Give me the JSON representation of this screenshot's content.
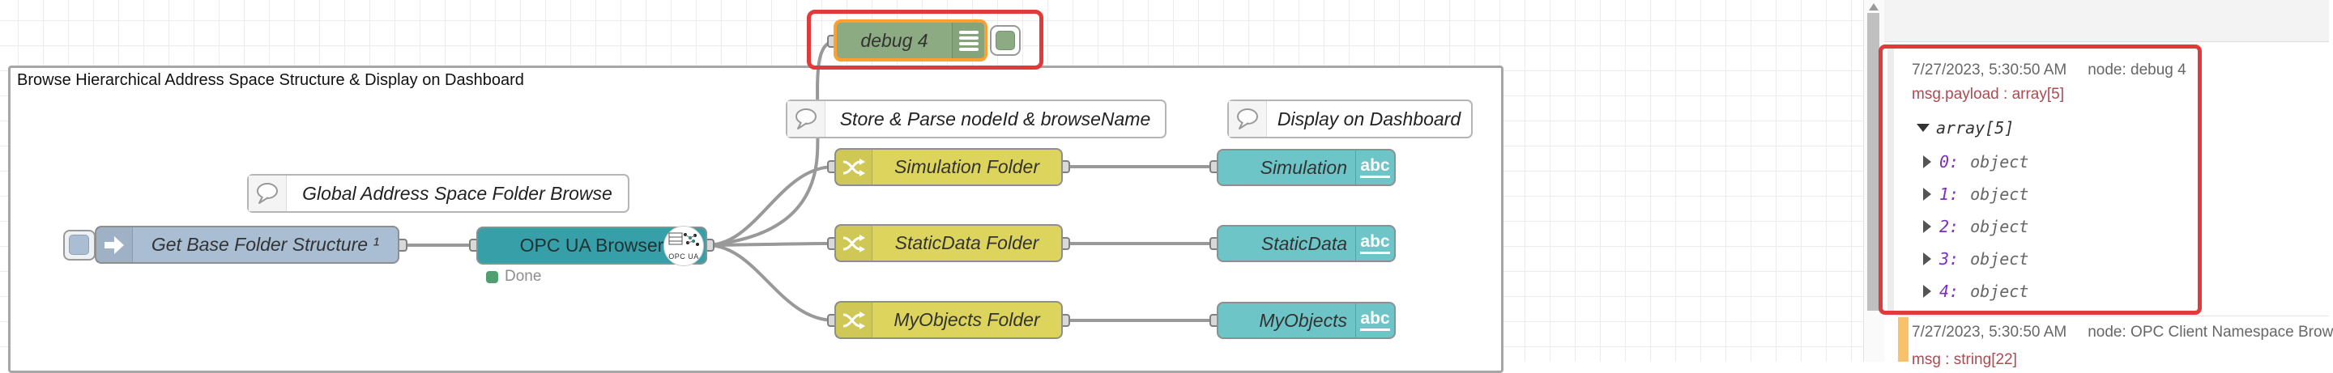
{
  "canvas": {
    "group": {
      "title": "Browse Hierarchical Address Space Structure & Display on Dashboard"
    },
    "comments": [
      {
        "label": "Global Address Space Folder Browse"
      },
      {
        "label": "Store & Parse nodeId & browseName"
      },
      {
        "label": "Display on Dashboard"
      }
    ],
    "nodes": {
      "inject": {
        "label": "Get Base Folder Structure ¹"
      },
      "opcua_browser": {
        "label": "OPC UA Browser",
        "status": "Done",
        "icon_text": "OPC UA"
      },
      "debug": {
        "label": "debug 4"
      },
      "switches": [
        {
          "label": "Simulation Folder"
        },
        {
          "label": "StaticData Folder"
        },
        {
          "label": "MyObjects Folder"
        }
      ],
      "ui_texts": [
        {
          "label": "Simulation"
        },
        {
          "label": "StaticData"
        },
        {
          "label": "MyObjects"
        }
      ],
      "abc_icon_text": "abc"
    }
  },
  "sidebar": {
    "messages": [
      {
        "timestamp": "7/27/2023, 5:30:50 AM",
        "node": "node: debug 4",
        "property": "msg.payload : array[5]",
        "tree_root": "array[5]",
        "items": [
          {
            "key": "0:",
            "type": "object"
          },
          {
            "key": "1:",
            "type": "object"
          },
          {
            "key": "2:",
            "type": "object"
          },
          {
            "key": "3:",
            "type": "object"
          },
          {
            "key": "4:",
            "type": "object"
          }
        ]
      },
      {
        "timestamp": "7/27/2023, 5:30:50 AM",
        "node": "node: OPC Client Namespace Brow",
        "property": "msg : string[22]"
      }
    ]
  },
  "colors": {
    "annotation_red": "#e23a3a",
    "selection_orange": "#ff9f2d",
    "inject_blue": "#a9bed2",
    "opcua_teal": "#379fa7",
    "switch_yellow": "#dcd45c",
    "ui_teal": "#6ec5c8",
    "debug_green": "#8cab82",
    "status_green": "#4f9f70",
    "msg_property_rose": "#ab4b52",
    "tree_index_purple": "#7c2fbe",
    "wire_gray": "#999999",
    "selected_msg_orange": "#fac268"
  }
}
